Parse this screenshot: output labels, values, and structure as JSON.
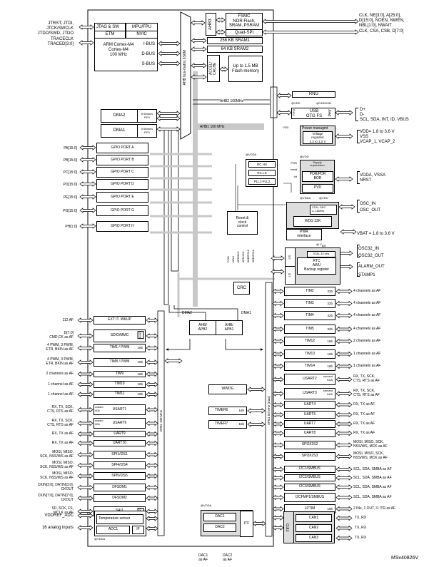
{
  "figure_id": "MSv40826V",
  "core": {
    "jtag_sw": "JTAG & SW",
    "mpu_fpu": "MPU/FPU",
    "etm": "ETM",
    "nvic": "NVIC",
    "cpu_line1": "ARM Cortex-M4",
    "cpu_line2": "Cortex-M4",
    "cpu_line3": "100 MHz",
    "ibus": "I-BUS",
    "dbus": "D-BUS",
    "sbus": "S-BUS"
  },
  "debug_pins": {
    "line1": "JTRST, JTDI,",
    "line2": "JTCK/SWCLK",
    "line3": "JTDO/SWD, JTDO",
    "line4": "TRACECLK",
    "line5": "TRACED[3:0]"
  },
  "bus_matrix": "AHB bus-matrix 6S6M",
  "memory": {
    "ahb3": "AHB3",
    "fsmc_l1": "FSMC",
    "fsmc_l2": "NOR Flash,",
    "fsmc_l3": "SRAM, PSRAM",
    "quadspi": "Quad-SPI",
    "sram1": "256 KB SRAM1",
    "sram2": "64 KB SRAM2",
    "accel": "ACCEL/ CACHE",
    "flash_l1": "Up to 1.5 MB",
    "flash_l2": "Flash memory"
  },
  "fsmc_pins": {
    "line1": "CLK, NE[3:0], A[25:0],",
    "line2": "D[15:0], NOEN, NWEN,",
    "line3": "NBL[1:0], NWAIT",
    "line4": "CLK, CSA, CSB, D[7:0]"
  },
  "ahb2": {
    "label": "AHB2 100MHz",
    "rng": "RNG",
    "vdd": "@VDD",
    "vddusb": "@VDDUSB",
    "fifo": "FIFO",
    "usb_l1": "USB",
    "usb_l2": "OTG FS",
    "phy": "PHY"
  },
  "usb_pins": {
    "line1": "D+",
    "line2": "D-",
    "line3": "SCL, SDA, INT, ID, VBUS"
  },
  "power": {
    "vdd_out": "VDD",
    "title": "Power managmt",
    "reg_l1": "Voltage",
    "reg_l2": "regulator",
    "reg_l3": "3.3 to 1.2 V"
  },
  "power_pins": {
    "line1": "VDD= 1.8 to 3.6 V",
    "line2": "VSS",
    "line3": "VCAP_1, VCAP_2"
  },
  "dma": {
    "dma2": "DMA2",
    "dma1": "DMA1",
    "streams": "8 Streams",
    "fifo": "FIFO",
    "ahb1": "AHB1 100 MHz"
  },
  "gpio": [
    {
      "pins": "PA[15:0]",
      "label": "GPIO PORT A"
    },
    {
      "pins": "PB[15:0]",
      "label": "GPIO PORT B"
    },
    {
      "pins": "PC[15:0]",
      "label": "GPIO PORT C"
    },
    {
      "pins": "PD[15:0]",
      "label": "GPIO PORT D"
    },
    {
      "pins": "PE[15:0]",
      "label": "GPIO PORT E"
    },
    {
      "pins": "PG[15:0]",
      "label": "GPIO PORT G"
    },
    {
      "pins": "PH[1:0]",
      "label": "GPIO PORT H"
    }
  ],
  "clocks": {
    "vdda": "@VDDA",
    "rc_hs": "RC  HS",
    "rc_ls": "RC  LS",
    "pll": "PLL1-PLL2",
    "rcc_l1": "Reset &",
    "rcc_l2": "clock",
    "rcc_l3": "control",
    "outputs": [
      "PCLK",
      "HCLK",
      "APB2CLK",
      "APB1CLK",
      "AHB2PCLK",
      "AHB1PCLK"
    ]
  },
  "supply": {
    "vdd": "@VDD",
    "title_l1": "Supply",
    "title_l2": "supervision",
    "por": "POR",
    "reset": "reset",
    "int": "Int",
    "porpdr_l1": "POR/PDR",
    "porpdr_l2": "BOR",
    "pvd": "PVD"
  },
  "supply_pins": {
    "line1": "VDDA, VSSA",
    "line2": "NRST"
  },
  "osc": {
    "vdda": "@VDDA",
    "vdd": "@VDD",
    "xtal_l1": "XTAL OSC",
    "xtal_l2": "4- 16MHz",
    "wdg": "WDG 32K",
    "pwr_l1": "PWR",
    "pwr_l2": "interface"
  },
  "osc_pins": {
    "line1": "OSC_IN",
    "line2": "OSC_OUT"
  },
  "vbat": "VBAT = 1.8 to 3.6 V",
  "rtc": {
    "vbat": "@ V",
    "vbat_sub": "BAT",
    "xtal32": "XTAL 32 kHz",
    "rtc_l1": "RTC",
    "rtc_l2": "AWU",
    "rtc_l3": "Backup register",
    "ls1": "LS",
    "ls2": "LS"
  },
  "rtc_pins": {
    "osc1": "OSC32_IN",
    "osc2": "OSC32_OUT",
    "alarm": "ALARM_OUT",
    "stamp": "STAMP1"
  },
  "crc": "CRC",
  "bridges": {
    "dma2": "DMA2",
    "dma1": "DMA1",
    "apb2_l1": "AHB/",
    "apb2_l2": "APB2",
    "apb1_l1": "AHB/",
    "apb1_l2": "APB1",
    "apb2_bus": "APB2 100 MHz",
    "apb1_bus": "APB1 50 MHz (max)"
  },
  "apb2_peripherals": [
    {
      "pins": "112 AF",
      "label": "EXT IT. WKUP",
      "size": ""
    },
    {
      "pins": "D[7:0]\nCMD,CK as AF",
      "label": "SDIO/MMC",
      "size": "",
      "fifo": "FIFO"
    },
    {
      "pins": "4 PWM, 3 PWM,\nETR, BKIN as AF",
      "label": "TIM1 / PWM",
      "size": "16b"
    },
    {
      "pins": "4 PWM, 3 PWM,\nETR, BKIN as AF",
      "label": "TIM8 / PWM",
      "size": "16b"
    },
    {
      "pins": "2 channels as AF",
      "label": "TIM9",
      "size": "16b"
    },
    {
      "pins": "1 channel as AF",
      "label": "TIM10",
      "size": "16b"
    },
    {
      "pins": "1 channel as AF",
      "label": "TIM11",
      "size": "16b"
    },
    {
      "pins": "RX, TX, SCK,\nCTS, RTS as AF",
      "label": "USART1",
      "size": "",
      "smc": "smcard\nirDA"
    },
    {
      "pins": "RX, TX, SCK,\nCTS, RTS as AF",
      "label": "USART6",
      "size": "",
      "smc": "smcard\nirDA"
    },
    {
      "pins": "RX, TX as AF",
      "label": "UART9",
      "size": ""
    },
    {
      "pins": "RX, TX as AF",
      "label": "UART10",
      "size": ""
    },
    {
      "pins": "MOSI, MISO,\nSCK,  NSS/WS as AF",
      "label": "SPI1/I2S1",
      "size": ""
    },
    {
      "pins": "MOSI, MISO,\nSCK,  NSS/WS as AF",
      "label": "SPI4/I2S4",
      "size": ""
    },
    {
      "pins": "MOSI, MISO,\nSCK,  NSS/WS as AF",
      "label": "SPI5/I2S5",
      "size": ""
    },
    {
      "pins": "CKIN[3:0], DATIN[3:0],\nCKOUT",
      "label": "DFSDM1",
      "size": ""
    },
    {
      "pins": "CKIN[7:0], DATIN[7:0],\nCKOUT",
      "label": "DFSDM2",
      "size": ""
    },
    {
      "pins": "SD, SCK, FS,\nMCLK as AF",
      "label": "SAI1",
      "size": "",
      "fifo": "FIFO"
    }
  ],
  "adc": {
    "vddref": "VDDREF_ADC",
    "analog": "16 analog inputs",
    "temp": "Temperature sensor",
    "adc1": "ADC1",
    "if": "IF",
    "vdda": "@VDDA"
  },
  "dac": {
    "vdda": "@VDDA",
    "dac1": "DAC1",
    "dac2": "DAC2",
    "itf": "ITF",
    "out1_l1": "DAC1",
    "out1_l2": "as AF",
    "out2_l1": "DAC2",
    "out2_l2": "as AF"
  },
  "apb1_internal": {
    "wwdg": "WWDG",
    "timer6": "TIMER6",
    "timer7": "TIMER7",
    "size": "16b"
  },
  "apb1_peripherals": [
    {
      "label": "TIM2",
      "size": "32b",
      "pins": "4 channels as AF"
    },
    {
      "label": "TIM3",
      "size": "32b",
      "pins": "4 channels as AF"
    },
    {
      "label": "TIM4",
      "size": "32b",
      "pins": "4 channels as AF"
    },
    {
      "label": "TIM5",
      "size": "32b",
      "pins": "4 channels as AF"
    },
    {
      "label": "TIM12",
      "size": "16b",
      "pins": "2 channels as AF"
    },
    {
      "label": "TIM13",
      "size": "16b",
      "pins": "1 channels as AF"
    },
    {
      "label": "TIM14",
      "size": "16b",
      "pins": "1 channels as AF"
    },
    {
      "label": "USART2",
      "size": "",
      "smc": "smcard\nirDA",
      "pins": "RX, TX, SCK,\nCTS, RTS as AF"
    },
    {
      "label": "USART3",
      "size": "",
      "smc": "smcard\nirDA",
      "pins": "RX, TX, SCK,\nCTS, RTS as AF"
    },
    {
      "label": "UART4",
      "size": "",
      "pins": "RX, TX as AF"
    },
    {
      "label": "UART5",
      "size": "",
      "pins": "RX, TX as AF"
    },
    {
      "label": "UART7",
      "size": "",
      "pins": "RX, TX as AF"
    },
    {
      "label": "UART8",
      "size": "",
      "pins": "RX, TX as AF"
    },
    {
      "label": "SPI2/I2S2",
      "size": "",
      "pins": "MOSI, MISO, SCK,\nNSS/WS, MCK as AF"
    },
    {
      "label": "SPI3/I2S3",
      "size": "",
      "pins": "MOSI, MISO, SCK,\nNSS/WS, MCK as AF"
    },
    {
      "label": "I2C1/SMBUS",
      "size": "",
      "pins": "SCL, SDA, SMBA as AF"
    },
    {
      "label": "I2C2/SMBUS",
      "size": "",
      "pins": "SCL, SDA, SMBA as AF"
    },
    {
      "label": "I2C3/SMBUS",
      "size": "",
      "pins": "SCL, SDA, SMBA as AF"
    },
    {
      "label": "I2CFMP1/SMBUS",
      "size": "",
      "pins": "SCL, SDA, SMBA as AF"
    },
    {
      "label": "LPTIM",
      "size": "16b",
      "pins": "2 INs, 1 OUT, I1 ITR as AF"
    }
  ],
  "can": {
    "fifo": "FIFO",
    "items": [
      {
        "label": "CAN1",
        "pins": "TX, RX"
      },
      {
        "label": "CAN2",
        "pins": "TX, RX"
      },
      {
        "label": "CAN3",
        "pins": "TX, RX"
      }
    ]
  }
}
